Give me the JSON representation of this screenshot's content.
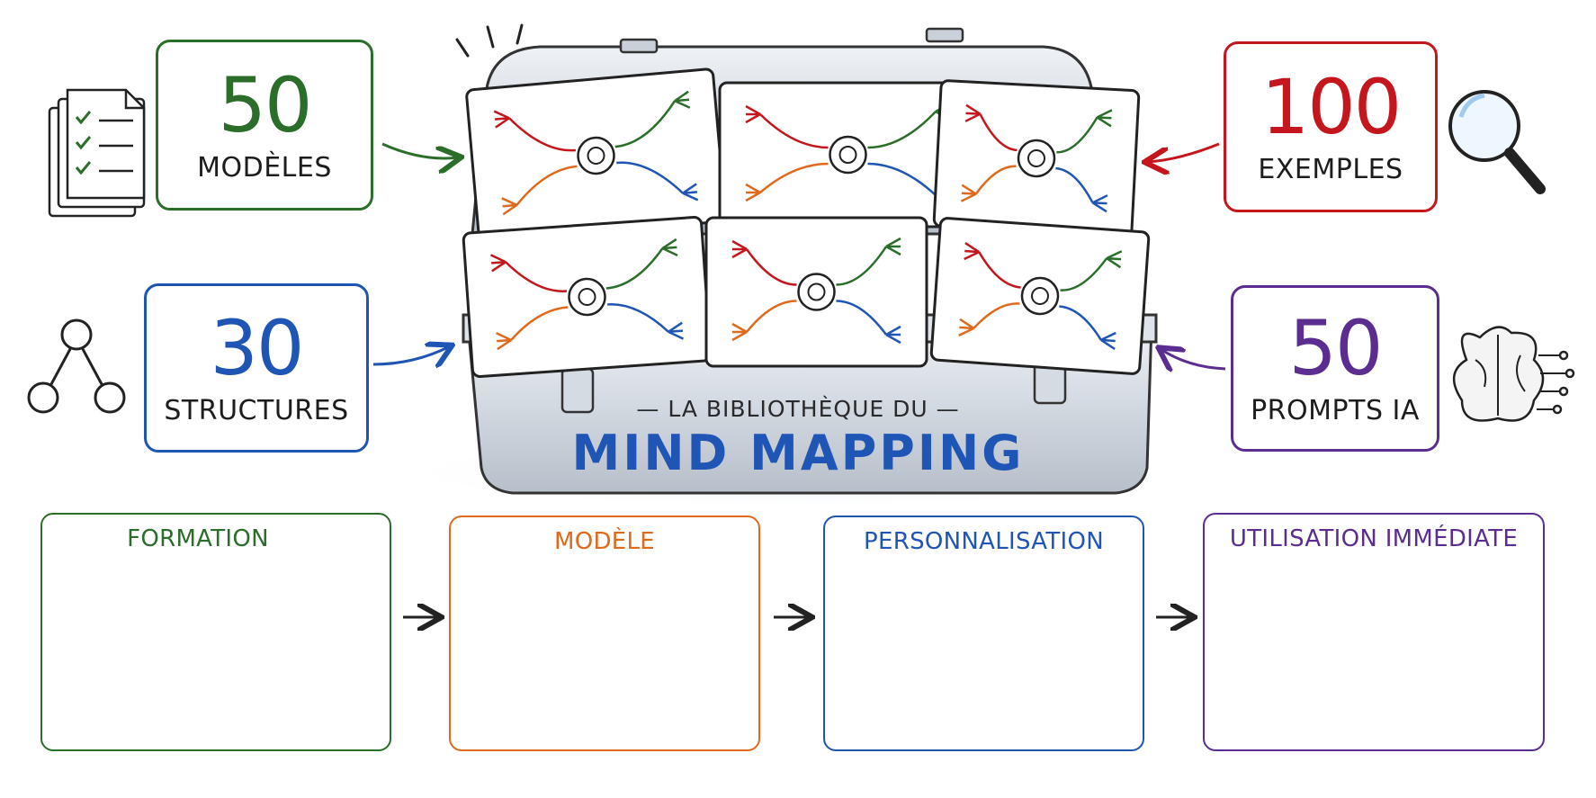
{
  "colors": {
    "green": "#2a6e2a",
    "red": "#c4161c",
    "blue": "#1f55b5",
    "purple": "#5b2d90",
    "orange": "#e06a1c",
    "ink": "#222222"
  },
  "stats": {
    "models": {
      "number": "50",
      "label": "MODÈLES",
      "color": "#2a6e2a",
      "icon": "documents-checklist-icon"
    },
    "examples": {
      "number": "100",
      "label": "EXEMPLES",
      "color": "#c4161c",
      "icon": "magnifying-glass-icon"
    },
    "structures": {
      "number": "30",
      "label": "STRUCTURES",
      "color": "#1f55b5",
      "icon": "tree-structure-icon"
    },
    "prompts": {
      "number": "50",
      "label": "PROMPTS IA",
      "color": "#5b2d90",
      "icon": "ai-brain-icon"
    }
  },
  "title": {
    "small": "— LA BIBLIOTHÈQUE DU —",
    "big": "MIND MAPPING"
  },
  "cards": [
    {
      "icon": "target-icon"
    },
    {
      "icon": "people-group-icon"
    },
    {
      "icon": "lightbulb-icon"
    },
    {
      "icon": "speech-bubble-icon"
    },
    {
      "icon": "clipboard-icon"
    },
    {
      "icon": "growth-chart-icon"
    }
  ],
  "steps": [
    {
      "label": "FORMATION",
      "color": "#2a6e2a"
    },
    {
      "label": "MODÈLE",
      "color": "#e06a1c"
    },
    {
      "label": "PERSONNALISATION",
      "color": "#1f55b5"
    },
    {
      "label": "UTILISATION IMMÉDIATE",
      "color": "#5b2d90"
    }
  ]
}
